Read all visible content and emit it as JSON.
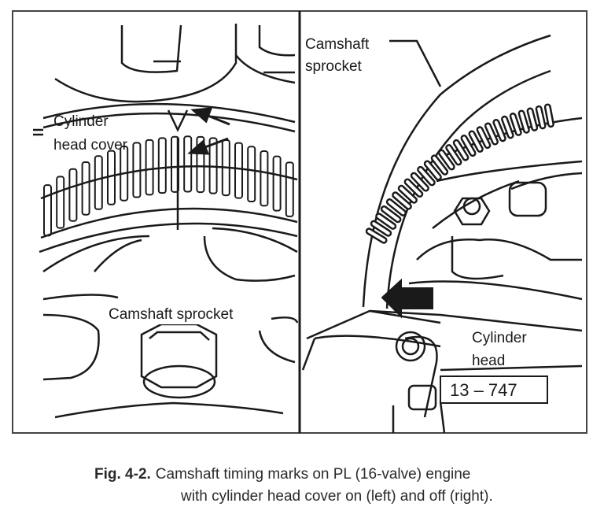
{
  "labels": {
    "cylinder_head_cover": [
      "Cylinder",
      "head cover"
    ],
    "camshaft_sprocket_left": "Camshaft sprocket",
    "camshaft_sprocket_right": [
      "Camshaft",
      "sprocket"
    ],
    "cylinder_head": [
      "Cylinder",
      "head"
    ],
    "drawing_number": "13 – 747"
  },
  "caption": {
    "figure_number": "Fig. 4-2.",
    "line1": "Camshaft timing marks on PL (16-valve) engine",
    "line2": "with cylinder head cover on (left) and off (right)."
  },
  "colors": {
    "ink": "#1a1a1a",
    "paper": "#ffffff",
    "frame": "#444444"
  }
}
